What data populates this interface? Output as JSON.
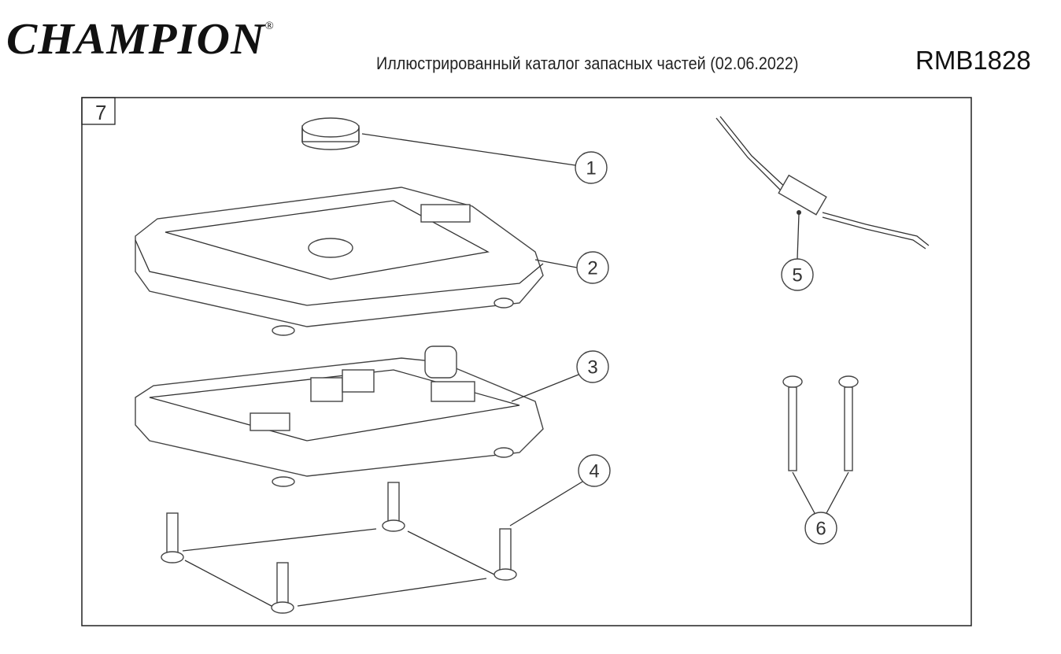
{
  "header": {
    "brand": "CHAMPION",
    "registered": "®",
    "subtitle": "Иллюстрированный каталог запасных частей (02.06.2022)",
    "model": "RMB1828"
  },
  "diagram": {
    "section_number": "7",
    "callouts": [
      "1",
      "2",
      "3",
      "4",
      "5",
      "6"
    ]
  }
}
